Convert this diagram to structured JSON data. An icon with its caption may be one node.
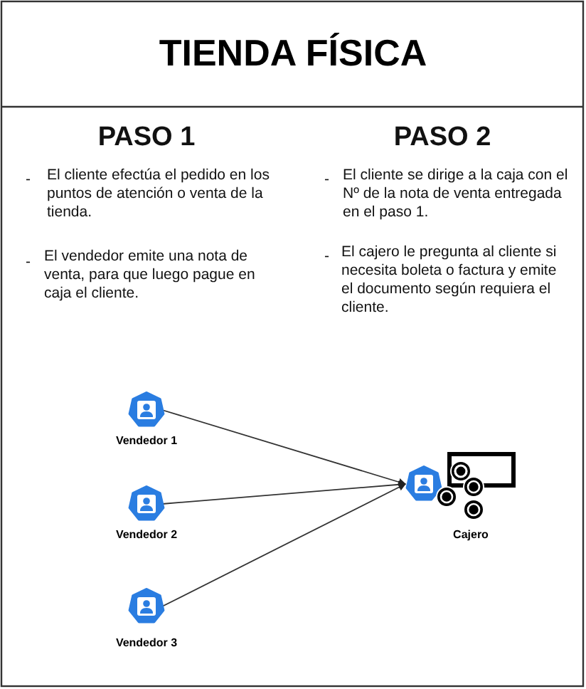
{
  "diagram": {
    "title": "TIENDA FÍSICA",
    "nodes": [
      {
        "text": [
          "Vendedor 1"
        ]
      },
      {
        "text": [
          "Vendedor 2"
        ]
      },
      {
        "text": [
          "Vendedor 3"
        ]
      },
      {
        "text": [
          "Cajero"
        ]
      }
    ],
    "edges": [
      {
        "from": 0,
        "to": 3,
        "arrow": "to"
      },
      {
        "from": 1,
        "to": 3,
        "arrow": "to"
      },
      {
        "from": 2,
        "to": 3,
        "arrow": "to"
      }
    ],
    "labels": [
      "PASO 1",
      "-",
      "El cliente efectúa el pedido en los puntos de atención o venta de la tienda.",
      "-",
      "El vendedor emite una nota de venta, para que luego pague en caja el cliente.",
      "PASO 2",
      "-",
      "El cliente se dirige a la caja con el Nº de la nota de venta entregada en el paso 1.",
      "-",
      "El cajero le pregunta al cliente si necesita boleta o factura y emite el documento según requiera el cliente."
    ]
  }
}
